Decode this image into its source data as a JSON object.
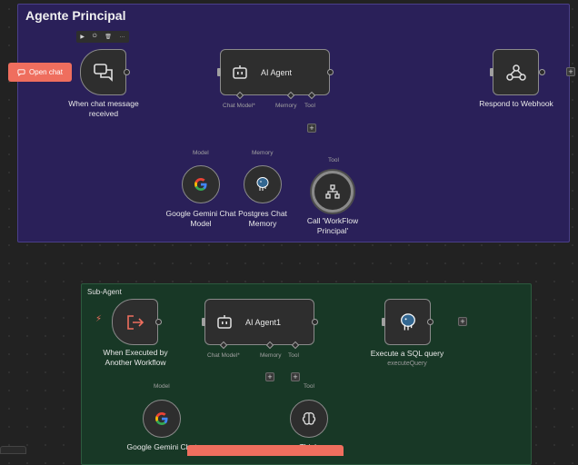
{
  "main_group": {
    "title": "Agente Principal"
  },
  "sub_group": {
    "title": "Sub-Agent"
  },
  "open_chat": {
    "label": "Open chat",
    "icon": "chat-bubble-icon"
  },
  "toolbar": {
    "icons": [
      "play-icon",
      "power-icon",
      "trash-icon",
      "more-icon"
    ],
    "play": "▶",
    "power": "⏻",
    "trash": "🗑",
    "more": "···"
  },
  "nodes": {
    "chat_trigger": {
      "caption_line1": "When chat message",
      "caption_line2": "received"
    },
    "ai_agent": {
      "label": "AI Agent",
      "port_chat_model": "Chat Model*",
      "port_memory": "Memory",
      "port_tool": "Tool"
    },
    "webhook": {
      "caption": "Respond to Webhook"
    },
    "gemini_main": {
      "caption_line1": "Google Gemini Chat",
      "caption_line2": "Model",
      "port": "Model"
    },
    "postgres_memory": {
      "caption_line1": "Postgres Chat",
      "caption_line2": "Memory",
      "port": "Memory"
    },
    "call_workflow": {
      "caption_line1": "Call 'WorkFlow",
      "caption_line2": "Principal'",
      "port": "Tool"
    },
    "exec_trigger": {
      "caption_line1": "When Executed by",
      "caption_line2": "Another Workflow"
    },
    "ai_agent1": {
      "label": "AI Agent1",
      "port_chat_model": "Chat Model*",
      "port_memory": "Memory",
      "port_tool": "Tool"
    },
    "sql_query": {
      "caption": "Execute a SQL query",
      "subtitle": "executeQuery"
    },
    "gemini_sub": {
      "caption": "Google Gemini Chat",
      "port": "Model"
    },
    "think": {
      "caption": "Think",
      "port": "Tool"
    }
  },
  "colors": {
    "accent": "#ef6e5e",
    "main_group_bg": "#2a2059",
    "sub_group_bg": "#183826",
    "canvas": "#222222"
  }
}
